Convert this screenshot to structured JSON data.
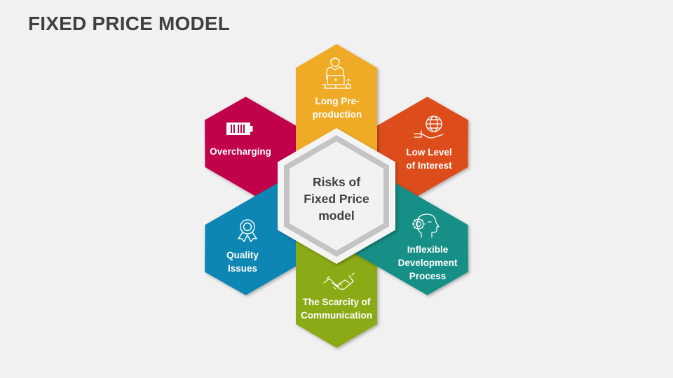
{
  "title": "FIXED PRICE MODEL",
  "center": {
    "label": "Risks of\nFixed Price\nmodel"
  },
  "colors": {
    "background": "#f1f1f1",
    "title": "#404040",
    "yellow": "#efab27",
    "orange": "#dd4d1b",
    "teal": "#148f86",
    "green": "#8aab16",
    "blue": "#0f86b3",
    "magenta": "#c0004c",
    "center_ring": "#c4c4c4",
    "center_fill": "#f2f2f2"
  },
  "petals": [
    {
      "label": "Long Pre-\nproduction",
      "icon": "person-at-laptop-icon",
      "color": "#efab27",
      "position": "top"
    },
    {
      "label": "Low Level\nof Interest",
      "icon": "hand-holding-globe-icon",
      "color": "#dd4d1b",
      "position": "top-right"
    },
    {
      "label": "Inflexible\nDevelopment\nProcess",
      "icon": "head-with-gear-icon",
      "color": "#148f86",
      "position": "bottom-right"
    },
    {
      "label": "The Scarcity of\nCommunication",
      "icon": "handshake-icon",
      "color": "#8aab16",
      "position": "bottom"
    },
    {
      "label": "Quality\nIssues",
      "icon": "award-ribbon-icon",
      "color": "#0f86b3",
      "position": "bottom-left"
    },
    {
      "label": "Overcharging",
      "icon": "full-battery-icon",
      "color": "#c0004c",
      "position": "top-left"
    }
  ]
}
